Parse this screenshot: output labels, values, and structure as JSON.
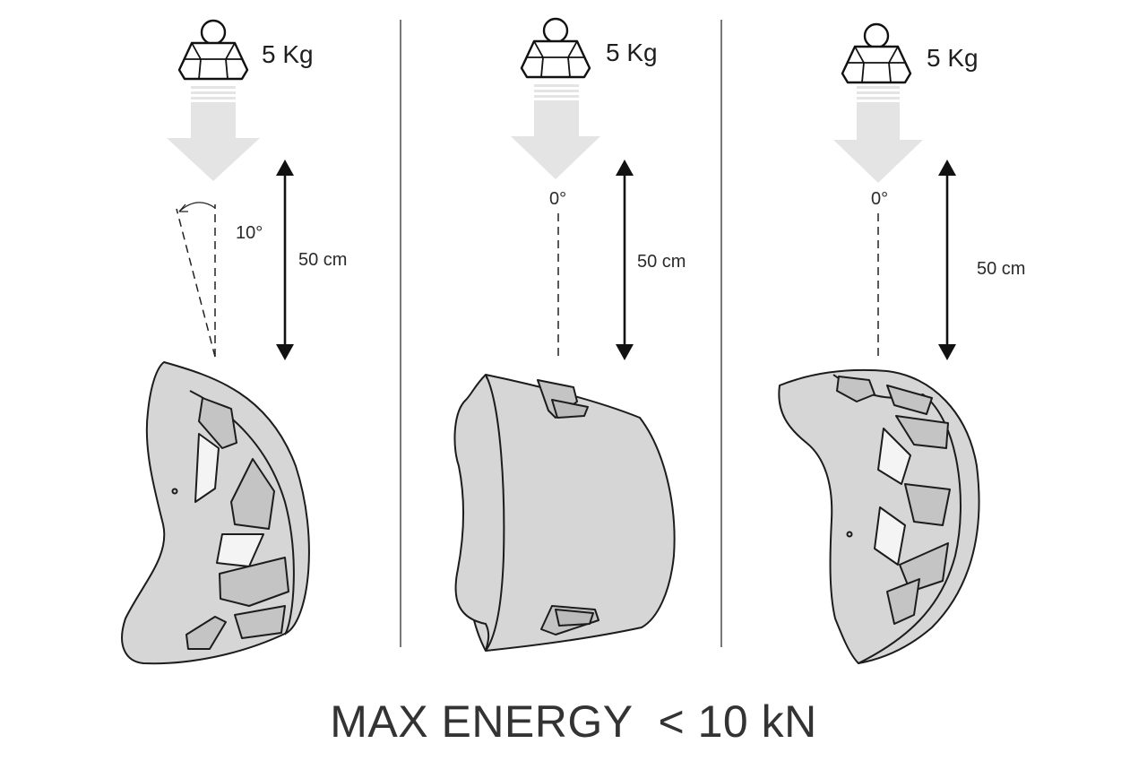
{
  "panels": [
    {
      "weight_label": "5 Kg",
      "angle_label": "10°",
      "height_label": "50 cm",
      "helmet_view": "angled side view"
    },
    {
      "weight_label": "5 Kg",
      "angle_label": "0°",
      "height_label": "50 cm",
      "helmet_view": "front view"
    },
    {
      "weight_label": "5 Kg",
      "angle_label": "0°",
      "height_label": "50 cm",
      "helmet_view": "side view"
    }
  ],
  "caption": {
    "main": "MAX ENERGY",
    "value": "< 10 kN"
  },
  "colors": {
    "helmet_fill": "#d6d6d6",
    "drop_arrow": "#e4e4e4",
    "outline": "#1c1c1c",
    "divider": "#555555",
    "caption_text": "#333333"
  }
}
